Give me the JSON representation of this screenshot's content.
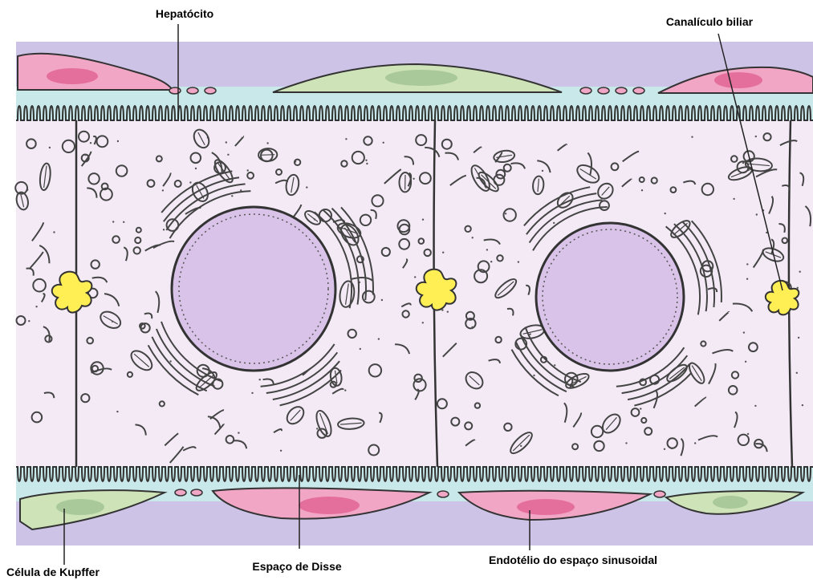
{
  "labels": {
    "hepatocito": "Hepatócito",
    "canaliculo": "Canalículo biliar",
    "kupffer": "Célula de Kupffer",
    "disse": "Espaço de Disse",
    "endotelio": "Endotélio do espaço sinusoidal"
  },
  "colors": {
    "sinusoid": "#cdc3e6",
    "disse": "#c9e8ea",
    "cytoplasm": "#f3eaf6",
    "nucleus": "#d9c3e8",
    "endothelial": "#f2a6c6",
    "endothelial_nucleus": "#e56f9c",
    "kupffer": "#cfe3b8",
    "kupffer_nucleus": "#a9c99a",
    "canaliculus": "#ffef55",
    "outline": "#333333"
  }
}
